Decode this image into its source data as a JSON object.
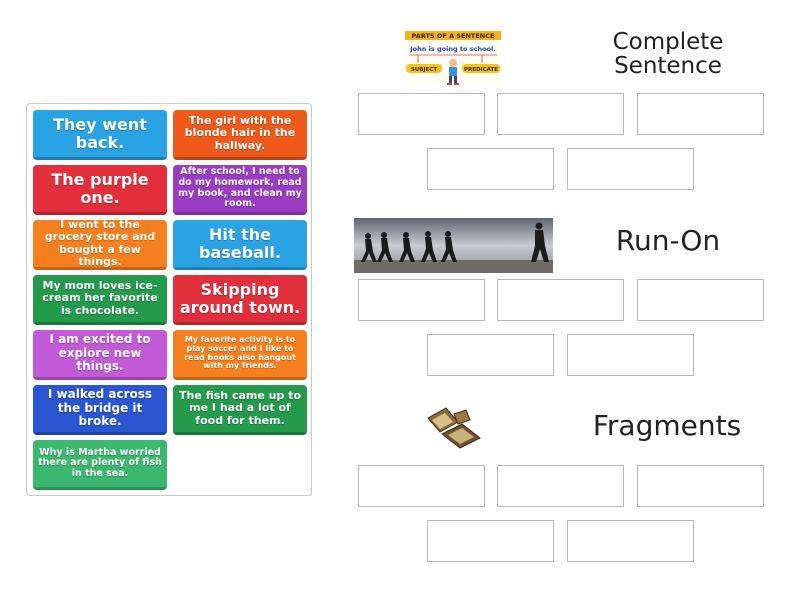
{
  "tiles": [
    {
      "text": "They went back.",
      "color": "#2aa3e4"
    },
    {
      "text": "The girl with the blonde hair in the hallway.",
      "color": "#ef5a1c"
    },
    {
      "text": "The purple one.",
      "color": "#e22f3c"
    },
    {
      "text": "After school, I need to do my homework, read my book, and clean my room.",
      "color": "#9b3cc4"
    },
    {
      "text": "I went to the grocery store and bought a few things.",
      "color": "#f6801f"
    },
    {
      "text": "Hit the baseball.",
      "color": "#2aa3e4"
    },
    {
      "text": "My mom loves ice-cream her favorite is chocolate.",
      "color": "#239a4c"
    },
    {
      "text": "Skipping around town.",
      "color": "#e22f3c"
    },
    {
      "text": "I am excited to explore new things.",
      "color": "#c35ad8"
    },
    {
      "text": "My favorite activity is to play soccer and I like to read books also hangout with my friends.",
      "color": "#f6801f"
    },
    {
      "text": "I walked across the bridge it broke.",
      "color": "#2b56d1"
    },
    {
      "text": "The fish came up to me I had a lot of food for them.",
      "color": "#239a4c"
    },
    {
      "text": "Why is Martha worried there are plenty of fish in the sea.",
      "color": "#3cb86e"
    }
  ],
  "groups": [
    {
      "title": "Complete Sentence",
      "image": "parts-of-a-sentence",
      "image_text": {
        "heading": "PARTS OF A SENTENCE",
        "sentence": "John is going to school.",
        "subject": "SUBJECT",
        "predicate": "PREDICATE"
      }
    },
    {
      "title": "Run-On",
      "image": "runners-silhouette"
    },
    {
      "title": "Fragments",
      "image": "broken-pieces"
    }
  ]
}
